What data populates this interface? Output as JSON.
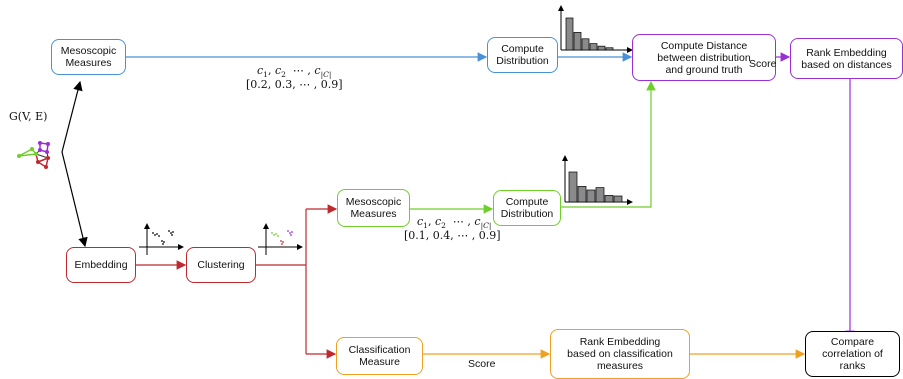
{
  "graph_label": "G(V, E)",
  "boxes": {
    "meso_top": "Mesoscopic\nMeasures",
    "compute_dist_top": "Compute\nDistribution",
    "compute_distance": "Compute Distance\nbetween distribution\nand ground truth",
    "rank_distances": "Rank Embedding\nbased on distances",
    "embedding": "Embedding",
    "clustering": "Clustering",
    "meso_mid": "Mesoscopic\nMeasures",
    "compute_dist_mid": "Compute\nDistribution",
    "classification": "Classification\nMeasure",
    "rank_classification": "Rank Embedding\nbased on classification\nmeasures",
    "compare": "Compare\ncorrelation of\nranks"
  },
  "edge_labels": {
    "score_top": "Score",
    "score_bottom": "Score"
  },
  "vectors": {
    "top_values": "[0.2, 0.3,  ⋯ ,  0.9]",
    "mid_values": "[0.1, 0.4,  ⋯ ,  0.9]"
  },
  "histograms": {
    "top": [
      1.0,
      0.55,
      0.35,
      0.2,
      0.12,
      0.07
    ],
    "mid": [
      1.0,
      0.52,
      0.4,
      0.48,
      0.22,
      0.2
    ]
  },
  "colors": {
    "blue": "#4a90d9",
    "red": "#c0282f",
    "green": "#6fcf2a",
    "purple": "#9a2fd6",
    "orange": "#f0a020",
    "black": "#000000"
  }
}
